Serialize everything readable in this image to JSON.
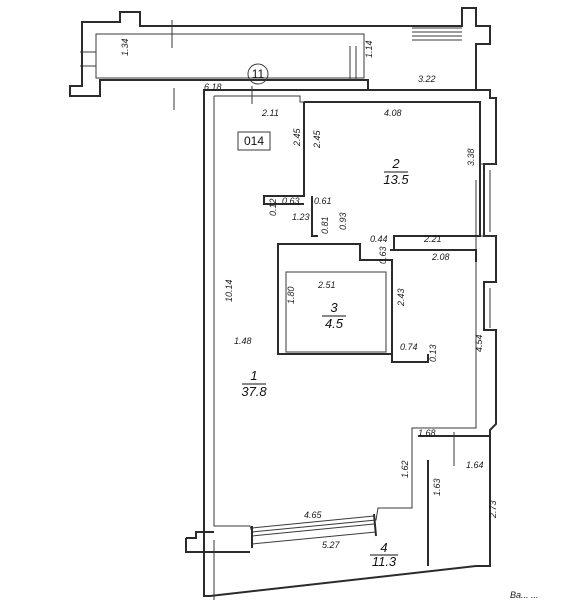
{
  "plan": {
    "apartment_label": "014",
    "floor_marker": "11",
    "footer_text": "Ва...   ..."
  },
  "rooms": [
    {
      "number": "1",
      "area": "37.8"
    },
    {
      "number": "2",
      "area": "13.5"
    },
    {
      "number": "3",
      "area": "4.5"
    },
    {
      "number": "4",
      "area": "11.3"
    }
  ],
  "dimensions": {
    "d134": "1.34",
    "d114": "1.14",
    "d618": "6.18",
    "d322": "3.22",
    "d211": "2.11",
    "d408": "4.08",
    "d245a": "2.45",
    "d245b": "2.45",
    "d338": "3.38",
    "d012": "0.12",
    "d063": "0.63",
    "d061": "0.61",
    "d123": "1.23",
    "d093": "0.93",
    "d081": "0.81",
    "d044": "0.44",
    "d221": "2.21",
    "d063b": "0.63",
    "d208": "2.08",
    "d1014": "10.14",
    "d180": "1.80",
    "d251": "2.51",
    "d243": "2.43",
    "d148": "1.48",
    "d074": "0.74",
    "d013": "0.13",
    "d454": "4.54",
    "d168": "1.68",
    "d162": "1.62",
    "d164": "1.64",
    "d163": "1.63",
    "d273": "2.73",
    "d465": "4.65",
    "d527": "5.27"
  }
}
